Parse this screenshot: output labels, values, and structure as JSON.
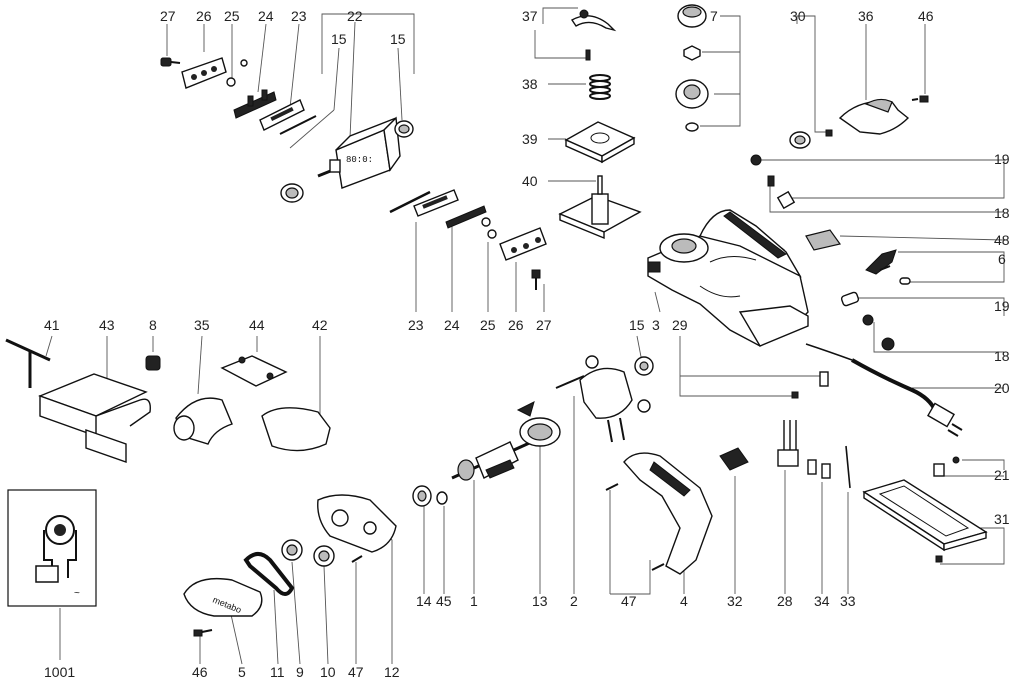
{
  "callouts": [
    {
      "id": "c27a",
      "text": "27"
    },
    {
      "id": "c26a",
      "text": "26"
    },
    {
      "id": "c25a",
      "text": "25"
    },
    {
      "id": "c24a",
      "text": "24"
    },
    {
      "id": "c23a",
      "text": "23"
    },
    {
      "id": "c22",
      "text": "22"
    },
    {
      "id": "c15a",
      "text": "15"
    },
    {
      "id": "c15b",
      "text": "15"
    },
    {
      "id": "c37",
      "text": "37"
    },
    {
      "id": "c7",
      "text": "7"
    },
    {
      "id": "c30",
      "text": "30"
    },
    {
      "id": "c36",
      "text": "36"
    },
    {
      "id": "c46a",
      "text": "46"
    },
    {
      "id": "c38",
      "text": "38"
    },
    {
      "id": "c39",
      "text": "39"
    },
    {
      "id": "c40",
      "text": "40"
    },
    {
      "id": "c19a",
      "text": "19"
    },
    {
      "id": "c18a",
      "text": "18"
    },
    {
      "id": "c48",
      "text": "48"
    },
    {
      "id": "c6",
      "text": "6"
    },
    {
      "id": "c19b",
      "text": "19"
    },
    {
      "id": "c18b",
      "text": "18"
    },
    {
      "id": "c20",
      "text": "20"
    },
    {
      "id": "c23b",
      "text": "23"
    },
    {
      "id": "c24b",
      "text": "24"
    },
    {
      "id": "c25b",
      "text": "25"
    },
    {
      "id": "c26b",
      "text": "26"
    },
    {
      "id": "c27b",
      "text": "27"
    },
    {
      "id": "c15c",
      "text": "15"
    },
    {
      "id": "c3",
      "text": "3"
    },
    {
      "id": "c29",
      "text": "29"
    },
    {
      "id": "c41",
      "text": "41"
    },
    {
      "id": "c43",
      "text": "43"
    },
    {
      "id": "c8",
      "text": "8"
    },
    {
      "id": "c35",
      "text": "35"
    },
    {
      "id": "c44",
      "text": "44"
    },
    {
      "id": "c42",
      "text": "42"
    },
    {
      "id": "c21",
      "text": "21"
    },
    {
      "id": "c31",
      "text": "31"
    },
    {
      "id": "c14",
      "text": "14"
    },
    {
      "id": "c45",
      "text": "45"
    },
    {
      "id": "c1",
      "text": "1"
    },
    {
      "id": "c13",
      "text": "13"
    },
    {
      "id": "c2",
      "text": "2"
    },
    {
      "id": "c47a",
      "text": "47"
    },
    {
      "id": "c4",
      "text": "4"
    },
    {
      "id": "c32",
      "text": "32"
    },
    {
      "id": "c28",
      "text": "28"
    },
    {
      "id": "c34",
      "text": "34"
    },
    {
      "id": "c33",
      "text": "33"
    },
    {
      "id": "c1001",
      "text": "1001"
    },
    {
      "id": "c46b",
      "text": "46"
    },
    {
      "id": "c5",
      "text": "5"
    },
    {
      "id": "c11",
      "text": "11"
    },
    {
      "id": "c9",
      "text": "9"
    },
    {
      "id": "c10",
      "text": "10"
    },
    {
      "id": "c47b",
      "text": "47"
    },
    {
      "id": "c12",
      "text": "12"
    }
  ],
  "brand_text": "metabo"
}
